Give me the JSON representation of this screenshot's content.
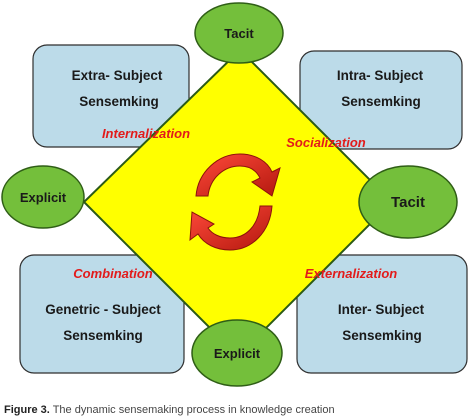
{
  "colors": {
    "box_fill": "#bcdbe9",
    "box_stroke": "#2f2f2f",
    "diamond_fill": "#ffff00",
    "diamond_stroke": "#2b5a17",
    "oval_fill": "#74bf3b",
    "oval_stroke": "#2f5e16",
    "process_text": "#e21b1b",
    "cycle_arrow": "#d42a1f"
  },
  "boxes": {
    "top_left": {
      "line1": "Extra- Subject",
      "line2": "Sensemking"
    },
    "top_right": {
      "line1": "Intra- Subject",
      "line2": "Sensemking"
    },
    "bottom_left": {
      "line1": "Genetric - Subject",
      "line2": "Sensemking"
    },
    "bottom_right": {
      "line1": "Inter- Subject",
      "line2": "Sensemking"
    }
  },
  "ovals": {
    "top": "Tacit",
    "right": "Tacit",
    "left": "Explicit",
    "bottom": "Explicit"
  },
  "processes": {
    "top_left": "Internalization",
    "top_right": "Socialization",
    "bottom_left": "Combination",
    "bottom_right": "Externalization"
  },
  "center_icon": "circular-cycle-arrows-icon",
  "caption": {
    "label": "Figure 3.",
    "text": "The dynamic sensemaking process in knowledge creation"
  }
}
